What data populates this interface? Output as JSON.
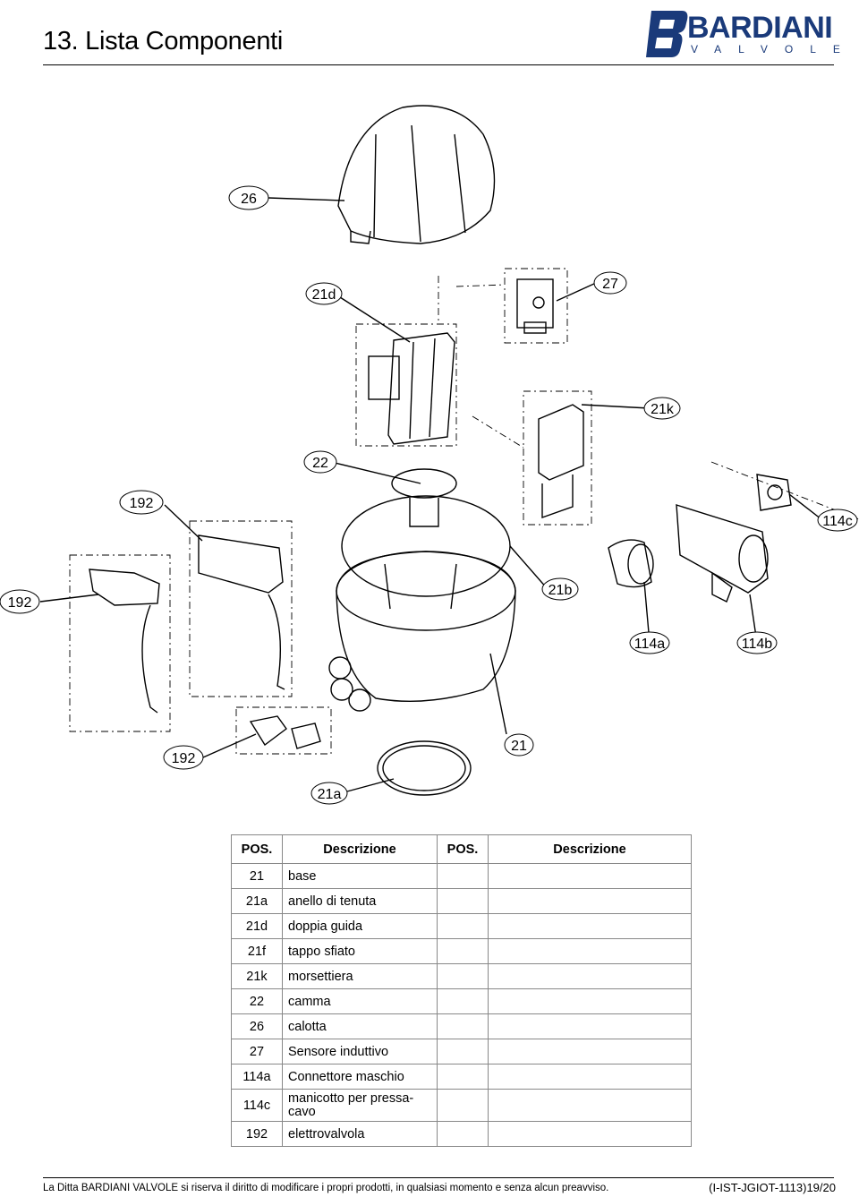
{
  "header": {
    "title": "13. Lista Componenti"
  },
  "logo": {
    "brand": "BARDIANI",
    "sub": "VALVOLE"
  },
  "drawing": {
    "callouts": [
      "26",
      "27",
      "21d",
      "21k",
      "22",
      "192",
      "114c",
      "192",
      "21b",
      "114a",
      "114b",
      "192",
      "21",
      "21a"
    ]
  },
  "table": {
    "headers": {
      "pos": "POS.",
      "desc": "Descrizione",
      "pos2": "POS.",
      "desc2": "Descrizione"
    },
    "rows": [
      {
        "pos": "21",
        "desc": "base"
      },
      {
        "pos": "21a",
        "desc": "anello di tenuta"
      },
      {
        "pos": "21d",
        "desc": "doppia guida"
      },
      {
        "pos": "21f",
        "desc": "tappo sfiato"
      },
      {
        "pos": "21k",
        "desc": "morsettiera"
      },
      {
        "pos": "22",
        "desc": "camma"
      },
      {
        "pos": "26",
        "desc": "calotta"
      },
      {
        "pos": "27",
        "desc": "Sensore induttivo"
      },
      {
        "pos": "114a",
        "desc": "Connettore maschio"
      },
      {
        "pos": "114c",
        "desc": "manicotto per pressa-cavo"
      },
      {
        "pos": "192",
        "desc": "elettrovalvola"
      }
    ]
  },
  "footer": {
    "disclaimer": "La Ditta BARDIANI VALVOLE si riserva il diritto di modificare i propri prodotti, in qualsiasi momento e senza alcun preavviso.",
    "code": "(I-IST-JGIOT-1113)19/20"
  }
}
